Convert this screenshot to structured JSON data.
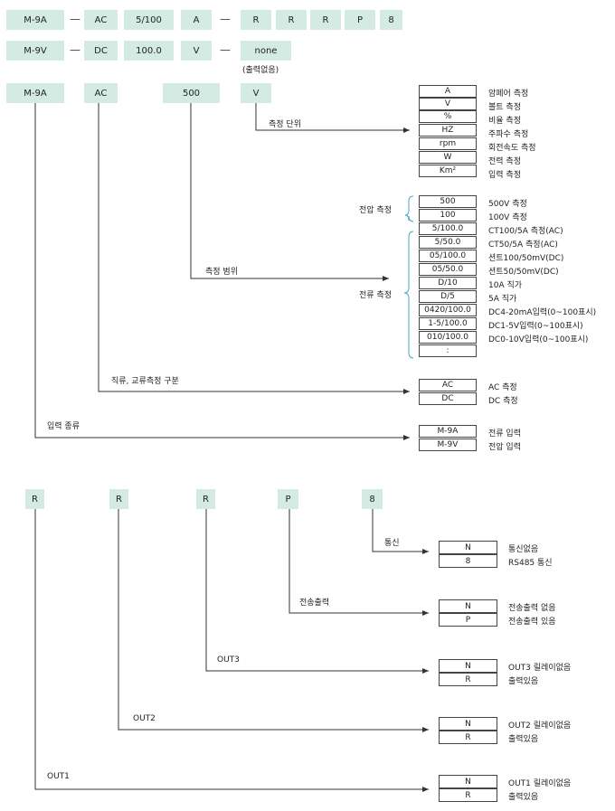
{
  "code_rows": [
    [
      "M-9A",
      "—",
      "AC",
      "5/100",
      "A",
      "—",
      "R",
      "R",
      "R",
      "P",
      "8"
    ],
    [
      "M-9V",
      "—",
      "DC",
      "100.0",
      "V",
      "—",
      "none"
    ]
  ],
  "none_note": "(출력없음)",
  "head": {
    "model": "M-9A",
    "acdc": "AC",
    "range": "500",
    "unit": "V"
  },
  "unit_label": "측정 단위",
  "units": [
    {
      "code": "A",
      "desc": "암페어 측정"
    },
    {
      "code": "V",
      "desc": "볼트 측정"
    },
    {
      "code": "%",
      "desc": "비율 측정"
    },
    {
      "code": "HZ",
      "desc": "주파수 측정"
    },
    {
      "code": "rpm",
      "desc": "회전속도 측정"
    },
    {
      "code": "W",
      "desc": "전력 측정"
    },
    {
      "code": "Km²",
      "desc": "입력 측정"
    }
  ],
  "range_label": "측정 범위",
  "voltage_label": "전압 측정",
  "current_label": "전류 측정",
  "ranges": [
    {
      "code": "500",
      "desc": "500V 측정"
    },
    {
      "code": "100",
      "desc": "100V 측정"
    },
    {
      "code": "5/100.0",
      "desc": "CT100/5A 측정(AC)"
    },
    {
      "code": "5/50.0",
      "desc": "CT50/5A 측정(AC)"
    },
    {
      "code": "05/100.0",
      "desc": "션트100/50mV(DC)"
    },
    {
      "code": "05/50.0",
      "desc": "션트50/50mV(DC)"
    },
    {
      "code": "D/10",
      "desc": "10A 직가"
    },
    {
      "code": "D/5",
      "desc": "5A 직가"
    },
    {
      "code": "0420/100.0",
      "desc": "DC4-20mA입력(0~100표시)"
    },
    {
      "code": "1-5/100.0",
      "desc": "DC1-5V입력(0~100표시)"
    },
    {
      "code": "010/100.0",
      "desc": "DC0-10V입력(0~100표시)"
    },
    {
      "code": ":",
      "desc": ""
    }
  ],
  "acdc_label": "직류, 교류측정 구분",
  "acdc": [
    {
      "code": "AC",
      "desc": "AC 측정"
    },
    {
      "code": "DC",
      "desc": "DC 측정"
    }
  ],
  "input_label": "입력 종류",
  "inputs": [
    {
      "code": "M-9A",
      "desc": "전류 입력"
    },
    {
      "code": "M-9V",
      "desc": "전압 입력"
    }
  ],
  "lower_chips": [
    "R",
    "R",
    "R",
    "P",
    "8"
  ],
  "comm_label": "통신",
  "comm": [
    {
      "code": "N",
      "desc": "통신없음"
    },
    {
      "code": "8",
      "desc": "RS485 통신"
    }
  ],
  "trans_label": "전송출력",
  "trans": [
    {
      "code": "N",
      "desc": "전송출력 없음"
    },
    {
      "code": "P",
      "desc": "전송출력 있음"
    }
  ],
  "out3_label": "OUT3",
  "out3": [
    {
      "code": "N",
      "desc": "OUT3 릴레이없음"
    },
    {
      "code": "R",
      "desc": "출력있음"
    }
  ],
  "out2_label": "OUT2",
  "out2": [
    {
      "code": "N",
      "desc": "OUT2 릴레이없음"
    },
    {
      "code": "R",
      "desc": "출력있음"
    }
  ],
  "out1_label": "OUT1",
  "out1": [
    {
      "code": "N",
      "desc": "OUT1 릴레이없음"
    },
    {
      "code": "R",
      "desc": "출력있음"
    }
  ]
}
